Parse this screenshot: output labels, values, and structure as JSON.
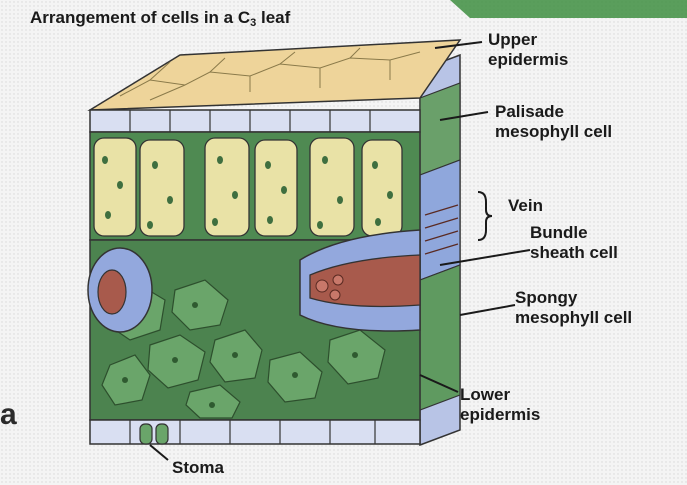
{
  "diagram": {
    "title_main": "Arrangement of cells in a C",
    "title_sub": "3",
    "title_tail": " leaf",
    "labels": {
      "upper_epidermis": [
        "Upper",
        "epidermis"
      ],
      "palisade": [
        "Palisade",
        "mesophyll cell"
      ],
      "vein": "Vein",
      "bundle_sheath": [
        "Bundle",
        "sheath cell"
      ],
      "spongy": [
        "Spongy",
        "mesophyll cell"
      ],
      "lower_epidermis": [
        "Lower",
        "epidermis"
      ],
      "stoma": "Stoma"
    },
    "edge_fragment": "a"
  },
  "colors": {
    "epidermis": "#d9dff2",
    "epidermis_top": "#eed49a",
    "palisade": "#e9e2a6",
    "spongy": "#5f9a60",
    "sheath": "#93a8dd",
    "vein": "#a85a4c",
    "accent": "#2e7d32"
  }
}
